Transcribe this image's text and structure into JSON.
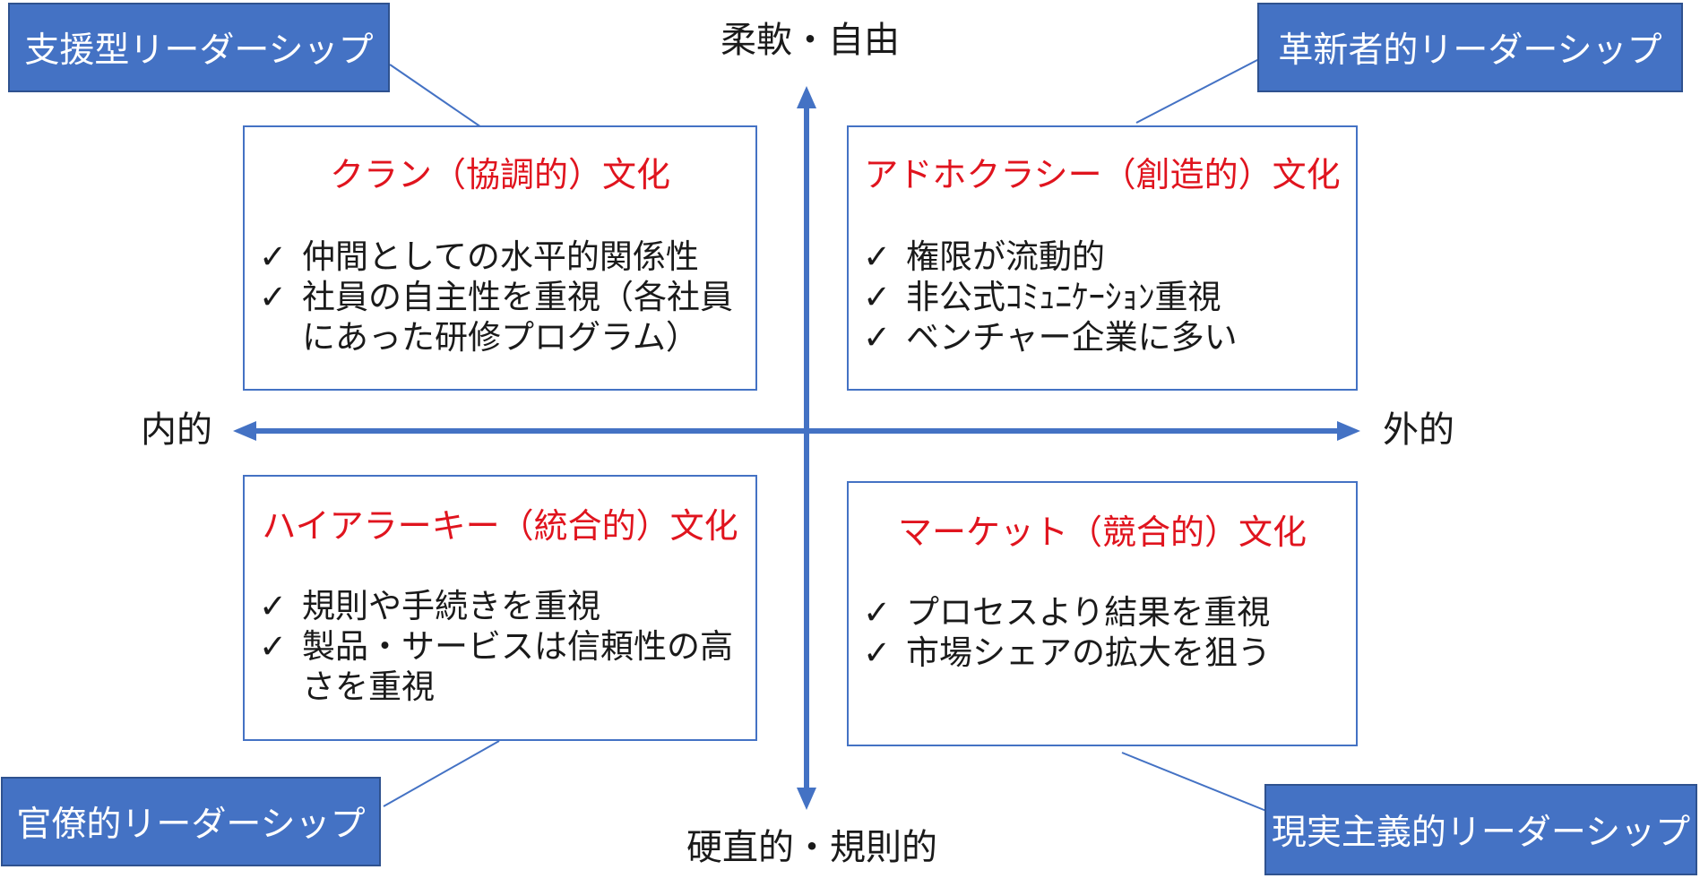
{
  "colors": {
    "accent": "#4472c4",
    "title_red": "#e0141e"
  },
  "axes": {
    "top": "柔軟・自由",
    "bottom": "硬直的・規則的",
    "left": "内的",
    "right": "外的"
  },
  "leadership": {
    "top_left": "支援型リーダーシップ",
    "top_right": "革新者的リーダーシップ",
    "bottom_left": "官僚的リーダーシップ",
    "bottom_right": "現実主義的リーダーシップ"
  },
  "cultures": {
    "clan": {
      "title": "クラン（協調的）文化",
      "items": [
        "仲間としての水平的関係性",
        "社員の自主性を重視（各社員にあった研修プログラム）"
      ]
    },
    "adhocracy": {
      "title": "アドホクラシー（創造的）文化",
      "items": [
        "権限が流動的",
        "非公式ｺﾐｭﾆｹｰｼｮﾝ重視",
        "ベンチャー企業に多い"
      ]
    },
    "hierarchy": {
      "title": "ハイアラーキー（統合的）文化",
      "items": [
        "規則や手続きを重視",
        "製品・サービスは信頼性の高さを重視"
      ]
    },
    "market": {
      "title": "マーケット（競合的）文化",
      "items": [
        "プロセスより結果を重視",
        "市場シェアの拡大を狙う"
      ]
    }
  }
}
